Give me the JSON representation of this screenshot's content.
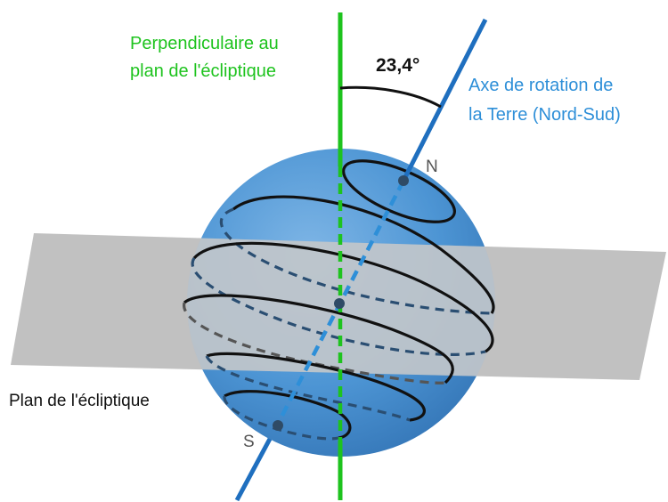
{
  "labels": {
    "perpendicular_line1": "Perpendiculaire au",
    "perpendicular_line2": "plan de l'écliptique",
    "angle": "23,4°",
    "axis_line1": "Axe de rotation de",
    "axis_line2": "la Terre (Nord-Sud)",
    "north": "N",
    "south": "S",
    "ecliptic_plane": "Plan de l'écliptique"
  },
  "colors": {
    "perpendicular": "#1ec31e",
    "axis": "#1f6fbf",
    "axis_label": "#2e8fd8",
    "sphere": "#4e97d6",
    "plane": "#b4b4b4",
    "ring": "#111111"
  },
  "angle_deg": 23.4
}
